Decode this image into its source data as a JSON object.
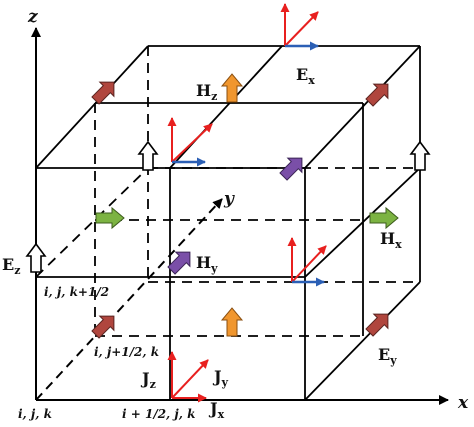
{
  "axes": {
    "x": "x",
    "y": "y",
    "z": "z"
  },
  "field_labels": {
    "Hz": {
      "main": "H",
      "sub": "z"
    },
    "Ex": {
      "main": "E",
      "sub": "x"
    },
    "Hy": {
      "main": "H",
      "sub": "y"
    },
    "Hx": {
      "main": "H",
      "sub": "x"
    },
    "Ez": {
      "main": "E",
      "sub": "z"
    },
    "Ey": {
      "main": "E",
      "sub": "y"
    },
    "Jz": {
      "main": "J",
      "sub": "z"
    },
    "Jy": {
      "main": "J",
      "sub": "y"
    },
    "Jx": {
      "main": "J",
      "sub": "x"
    }
  },
  "index_labels": {
    "ijk": "i, j, k",
    "i_half": "i + 1/2, j, k",
    "j_half": "i, j+1/2, k",
    "k_half": "i, j, k+1/2"
  },
  "colors": {
    "edge": "#000000",
    "arrow_red": "#e8201f",
    "arrow_blue": "#2b5fb5",
    "brown": "#b0463e",
    "orange": "#f0962e",
    "purple": "#7a4fa8",
    "green": "#7cb342",
    "hollow": "#ffffff"
  }
}
